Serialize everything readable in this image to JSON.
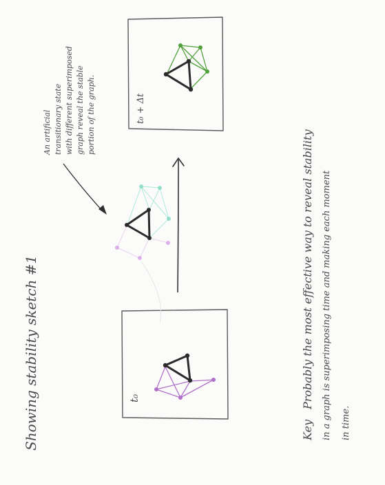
{
  "title": "Showing stability sketch #1",
  "left_frame_label": "t₀",
  "right_frame_label": "t₀ + Δt",
  "annotation_lines": [
    "An artificial",
    "transitionary state",
    "with different superimposed",
    "graph reveal the stable",
    "portion of the graph."
  ],
  "note_prefix": "Key",
  "note_lines": [
    "Probably the most effective way to reveal stability",
    "in a graph is superimposing time and making each moment",
    "in time."
  ],
  "colors": {
    "ink": "#3a3a3a",
    "stable_core": "#2b2b2b",
    "past_graph": "#b070c8",
    "future_graph": "#4fa03a",
    "transition_teal": "#7fd8c2",
    "transition_pink": "#d6a0e8",
    "paper": "#fbfbfa"
  }
}
